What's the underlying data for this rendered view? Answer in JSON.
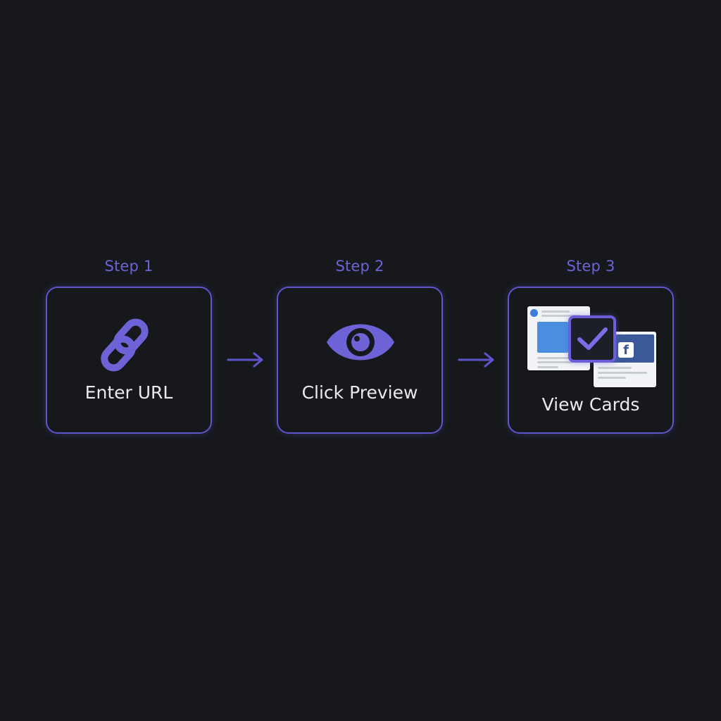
{
  "steps": [
    {
      "label": "Step 1",
      "caption": "Enter URL",
      "icon": "link-icon"
    },
    {
      "label": "Step 2",
      "caption": "Click Preview",
      "icon": "eye-icon"
    },
    {
      "label": "Step 3",
      "caption": "View Cards",
      "icon": "social-cards-icon"
    }
  ],
  "colors": {
    "background": "#16181b",
    "accent": "#5f55cc",
    "label": "#6e63d6",
    "caption": "#e9eaee"
  }
}
